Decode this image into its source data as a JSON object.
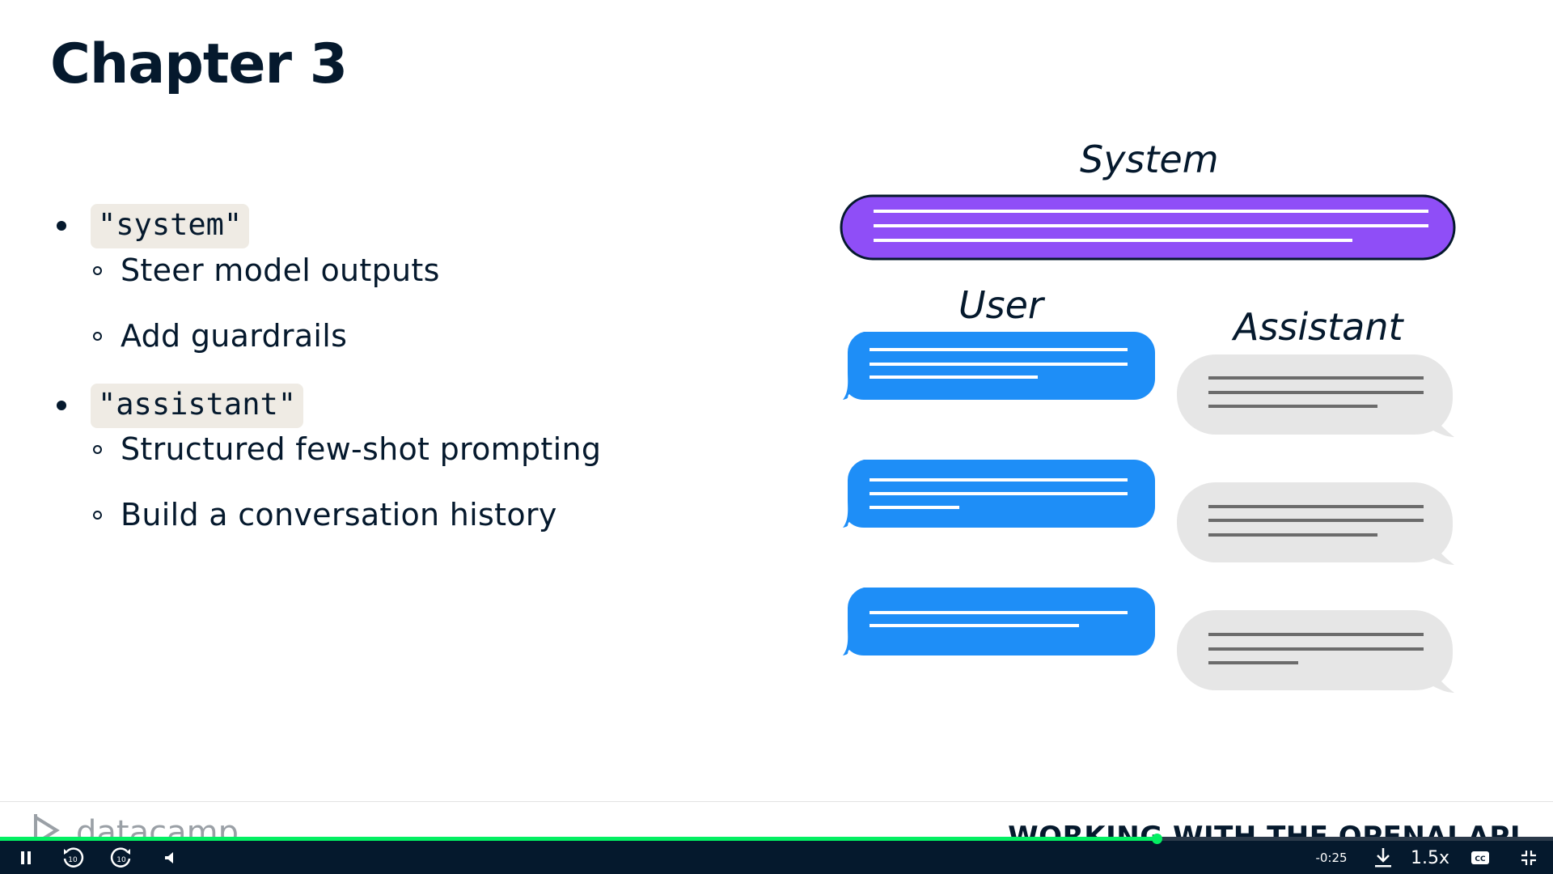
{
  "slide": {
    "title": "Chapter 3",
    "bullets": [
      {
        "code": "\"system\"",
        "subitems": [
          "Steer model outputs",
          "Add guardrails"
        ]
      },
      {
        "code": "\"assistant\"",
        "subitems": [
          "Structured few-shot prompting",
          "Build a conversation history"
        ]
      }
    ],
    "diagram": {
      "system_label": "System",
      "user_label": "User",
      "assistant_label": "Assistant",
      "colors": {
        "system": "#8f4ef7",
        "user": "#1e8ef7",
        "assistant": "#e6e6e6"
      }
    },
    "footer": {
      "logo_text": "datacamp",
      "course_title": "WORKING WITH THE OPENAI API"
    }
  },
  "player": {
    "progress_fraction": 0.745,
    "time_remaining": "-0:25",
    "speed": "1.5x",
    "icons": {
      "pause": "pause-icon",
      "rewind": "rewind-10-icon",
      "forward": "forward-10-icon",
      "volume": "volume-icon",
      "download": "download-icon",
      "captions": "captions-icon",
      "exit_fullscreen": "exit-fullscreen-icon"
    }
  }
}
